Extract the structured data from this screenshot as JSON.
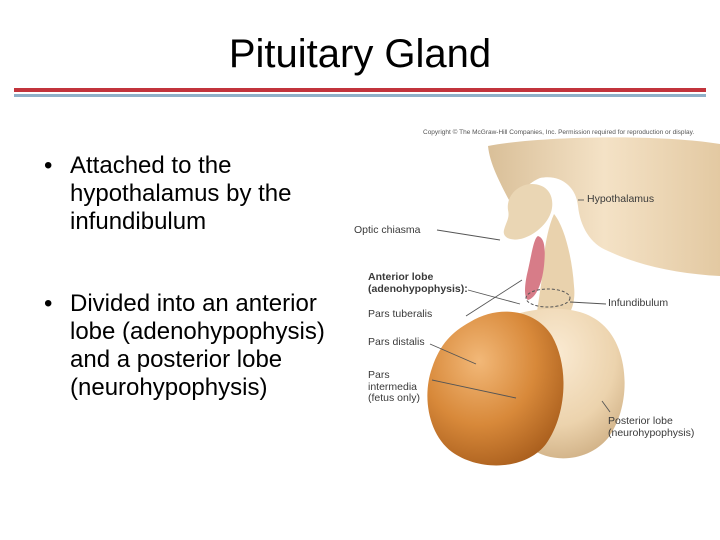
{
  "slide": {
    "title": "Pituitary Gland",
    "bullets": [
      "Attached to the hypothalamus by the infundibulum",
      "Divided into an anterior lobe (adenohypophysis) and a posterior lobe (neurohypophysis)"
    ],
    "bullet_symbol": "•"
  },
  "figure": {
    "copyright": "Copyright © The McGraw-Hill Companies, Inc. Permission required for reproduction or display.",
    "labels": {
      "hypothalamus": "Hypothalamus",
      "optic_chiasma": "Optic chiasma",
      "anterior_lobe_line1": "Anterior lobe",
      "anterior_lobe_line2": "(adenohypophysis):",
      "infundibulum": "Infundibulum",
      "pars_tuberalis": "Pars tuberalis",
      "pars_distalis": "Pars distalis",
      "pars_intermedia_line1": "Pars",
      "pars_intermedia_line2": "intermedia",
      "pars_intermedia_line3": "(fetus only)",
      "posterior_lobe_line1": "Posterior lobe",
      "posterior_lobe_line2": "(neurohypophysis)"
    }
  },
  "colors": {
    "rule_red": "#c2343c",
    "rule_blue": "#8fb0c8",
    "anterior_lobe": "#d8893a",
    "posterior_lobe": "#ecd3ad",
    "pars_tuberalis": "#d77c88"
  }
}
